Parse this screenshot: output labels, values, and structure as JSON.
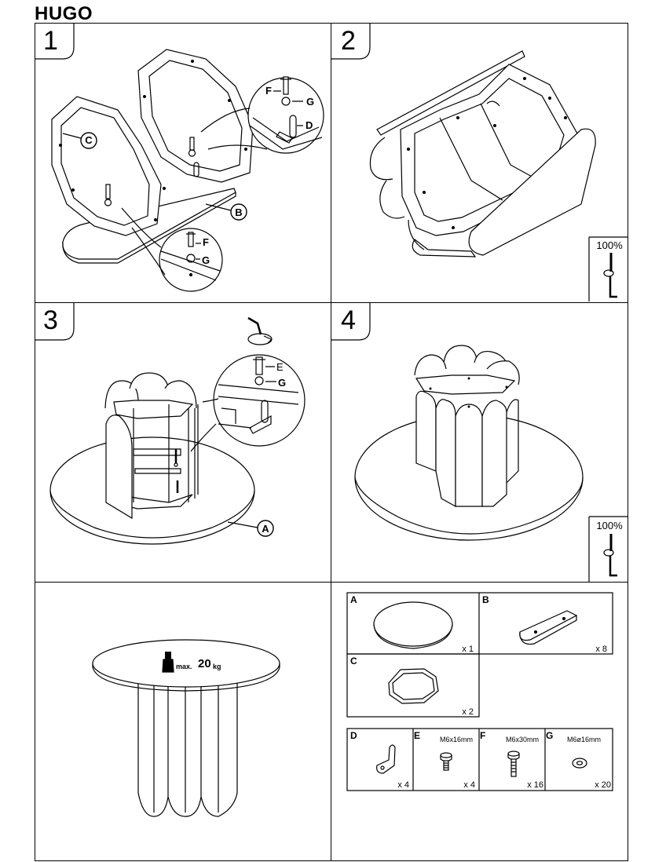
{
  "title": "HUGO",
  "steps": [
    "1",
    "2",
    "3",
    "4"
  ],
  "callouts": {
    "step1": {
      "c": "C",
      "b": "B",
      "f_top": "F",
      "g_top": "G",
      "d": "D",
      "f_bottom": "F",
      "g_bottom": "G"
    },
    "step3": {
      "e": "E",
      "g": "G",
      "a": "A"
    }
  },
  "tighten": {
    "step2": "100%",
    "step4": "100%"
  },
  "load": {
    "prefix": "max.",
    "value": "20",
    "unit": "kg"
  },
  "parts": [
    {
      "letter": "A",
      "qty": "x 1",
      "spec": ""
    },
    {
      "letter": "B",
      "qty": "x 8",
      "spec": ""
    },
    {
      "letter": "C",
      "qty": "x 2",
      "spec": ""
    },
    {
      "letter": "D",
      "qty": "x 4",
      "spec": ""
    },
    {
      "letter": "E",
      "qty": "x 4",
      "spec": "M6x16mm"
    },
    {
      "letter": "F",
      "qty": "x 16",
      "spec": "M6x30mm"
    },
    {
      "letter": "G",
      "qty": "x 20",
      "spec": "M6ø16mm"
    }
  ],
  "icons": [
    "hex-key-icon",
    "weight-icon",
    "bolt-icon",
    "washer-icon",
    "bracket-icon"
  ]
}
